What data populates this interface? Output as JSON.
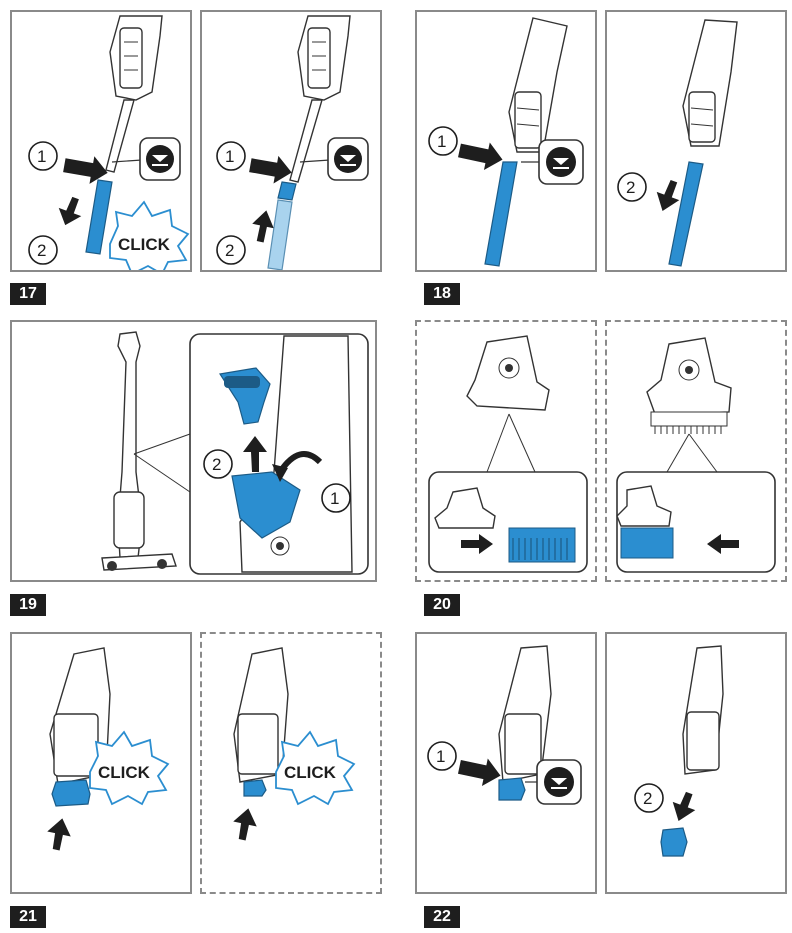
{
  "figures": [
    {
      "number": "17",
      "click_label": "CLICK",
      "steps": [
        "1",
        "2"
      ]
    },
    {
      "number": "18",
      "steps": [
        "1",
        "2"
      ]
    },
    {
      "number": "19",
      "steps": [
        "1",
        "2"
      ]
    },
    {
      "number": "20"
    },
    {
      "number": "21",
      "click_label": "CLICK"
    },
    {
      "number": "22",
      "steps": [
        "1",
        "2"
      ]
    }
  ],
  "colors": {
    "accent_blue": "#2b8ed0",
    "frame_gray": "#8a8a8a",
    "label_bg": "#1e1e1e"
  },
  "icons": [
    "release-button-icon",
    "arrow-icon",
    "click-burst-icon",
    "brush-attachment-icon"
  ]
}
